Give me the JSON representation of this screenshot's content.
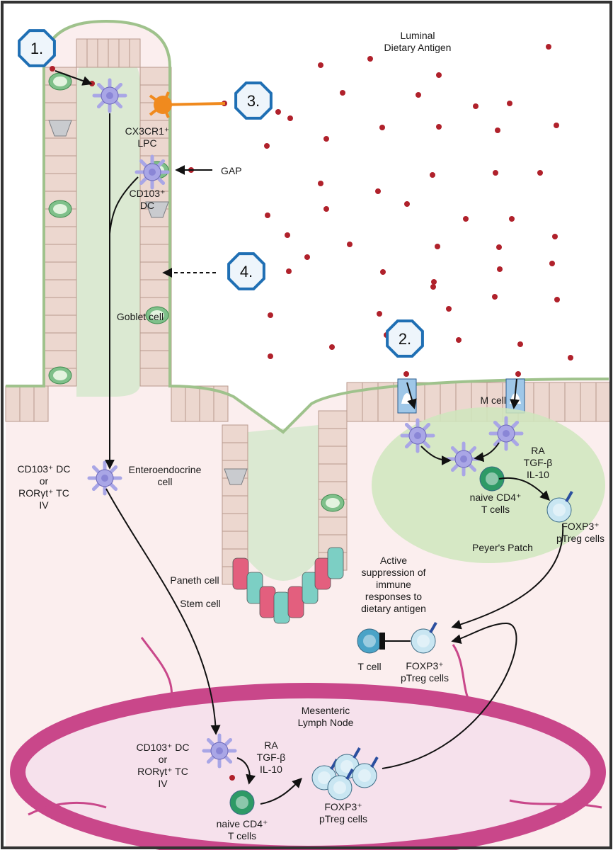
{
  "colors": {
    "lamina": "#fbeeee",
    "lumen": "#ffffff",
    "villus_core": "#dbe9d2",
    "epithelial": "#ecd7cf",
    "epithelial_stroke": "#b89a8e",
    "goblet": "#7fc08a",
    "antigen": "#b0212b",
    "dc": "#a9a6e6",
    "orange_neuron": "#f08a1e",
    "peyers_patch": "#cfe6bd",
    "lymph_node": "#c9478a",
    "treg": "#c9e6f2",
    "naive": "#2e9a66",
    "tcell": "#4aa3c7",
    "paneth": "#e35f7e",
    "stem": "#7ccfc4",
    "hex_badge": "#1f6fb4"
  },
  "steps": [
    "1.",
    "2.",
    "3.",
    "4."
  ],
  "labels": {
    "luminal": [
      "Luminal",
      "Dietary Antigen"
    ],
    "cx3cr1": [
      "CX3CR1⁺",
      "LPC"
    ],
    "gap": "GAP",
    "cd103_dc": [
      "CD103⁺",
      "DC"
    ],
    "goblet": "Goblet cell",
    "m_cell": "M cell",
    "cd103_migrating": [
      "CD103⁺ DC",
      "or",
      "RORγt⁺ TC",
      "IV"
    ],
    "enteroendocrine": [
      "Enteroendocrine",
      "cell"
    ],
    "pp_cytokines": [
      "RA",
      "TGF-β",
      "IL-10"
    ],
    "pp_naive": [
      "naive CD4⁺",
      "T cells"
    ],
    "pp_foxp3": [
      "FOXP3⁺",
      "pTreg cells"
    ],
    "peyers_patch": "Peyer's Patch",
    "paneth": "Paneth cell",
    "stem": "Stem cell",
    "active_suppression": [
      "Active",
      "suppression of",
      "immune",
      "responses to",
      "dietary antigen"
    ],
    "t_cell": "T cell",
    "mid_foxp3": [
      "FOXP3⁺",
      "pTreg cells"
    ],
    "mln": [
      "Mesenteric",
      "Lymph Node"
    ],
    "mln_dc": [
      "CD103⁺ DC",
      "or",
      "RORγt⁺ TC",
      "IV"
    ],
    "mln_cytokines": [
      "RA",
      "TGF-β",
      "IL-10"
    ],
    "mln_naive": [
      "naive CD4⁺",
      "T cells"
    ],
    "mln_foxp3": [
      "FOXP3⁺",
      "pTreg cells"
    ]
  }
}
